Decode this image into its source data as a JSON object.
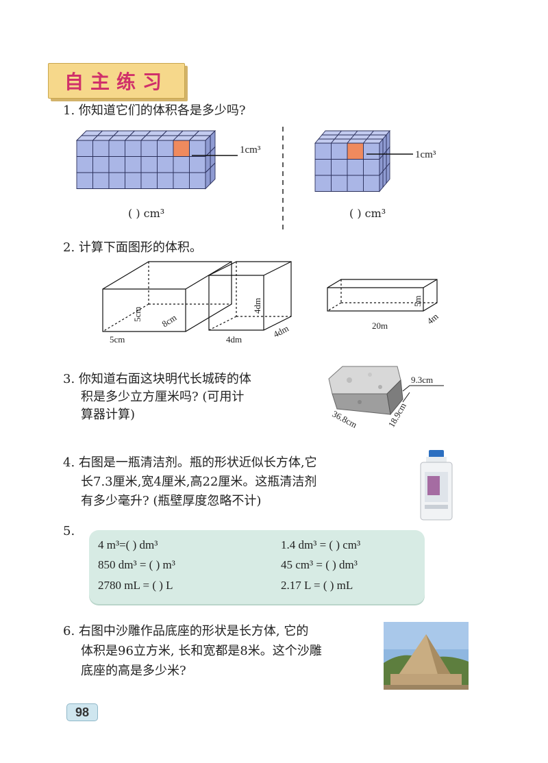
{
  "section_title": "自主练习",
  "q1": {
    "text": "1. 你知道它们的体积各是多少吗?",
    "label_left": "1cm³",
    "label_right": "1cm³",
    "blank_left": "(      ) cm³",
    "blank_right": "(      ) cm³"
  },
  "q2": {
    "text": "2. 计算下面图形的体积。",
    "box1": {
      "height": "5cm",
      "length": "8cm",
      "width": "5cm"
    },
    "box2": {
      "height": "4dm",
      "width": "4dm",
      "depth": "4dm"
    },
    "box3": {
      "height": "5m",
      "length": "20m",
      "width": "4m"
    }
  },
  "q3": {
    "line1": "3. 你知道右面这块明代长城砖的体",
    "line2": "积是多少立方厘米吗? (可用计",
    "line3": "算器计算)",
    "dim_height": "9.3cm",
    "dim_length": "36.8cm",
    "dim_width": "18.9cm"
  },
  "q4": {
    "line1": "4. 右图是一瓶清洁剂。瓶的形状近似长方体,它",
    "line2": "长7.3厘米,宽4厘米,高22厘米。这瓶清洁剂",
    "line3": "有多少毫升? (瓶壁厚度忽略不计)"
  },
  "q5": {
    "number": "5.",
    "items": [
      "4 m³=(      ) dm³",
      "1.4 dm³ = (      ) cm³",
      "850 dm³ = (      ) m³",
      "45 cm³ = (      ) dm³",
      "2780 mL = (      ) L",
      "2.17 L  = (      ) mL"
    ]
  },
  "q6": {
    "line1": "6. 右图中沙雕作品底座的形状是长方体, 它的",
    "line2": "体积是96立方米, 长和宽都是8米。这个沙雕",
    "line3": "底座的高是多少米?"
  },
  "page_number": "98",
  "colors": {
    "cube": "#aab6e6",
    "highlight": "#ef8a5e",
    "panel": "#d7ebe4",
    "title": "#d0306a"
  }
}
